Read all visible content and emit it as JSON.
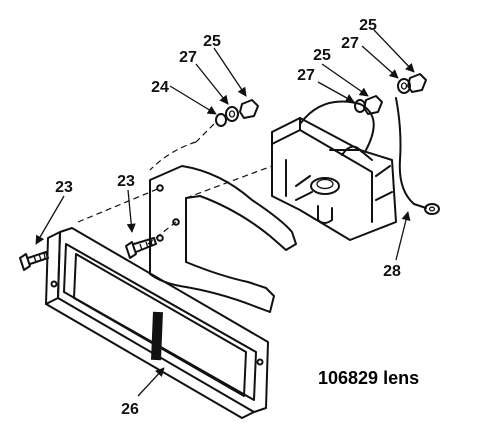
{
  "diagram": {
    "caption": "106829 lens",
    "callouts": [
      {
        "key": "c23a",
        "label": "23"
      },
      {
        "key": "c23b",
        "label": "23"
      },
      {
        "key": "c24",
        "label": "24"
      },
      {
        "key": "c27a",
        "label": "27"
      },
      {
        "key": "c25a",
        "label": "25"
      },
      {
        "key": "c27b",
        "label": "27"
      },
      {
        "key": "c25b",
        "label": "25"
      },
      {
        "key": "c27c",
        "label": "27"
      },
      {
        "key": "c25c",
        "label": "25"
      },
      {
        "key": "c28",
        "label": "28"
      },
      {
        "key": "c26",
        "label": "26"
      }
    ]
  }
}
